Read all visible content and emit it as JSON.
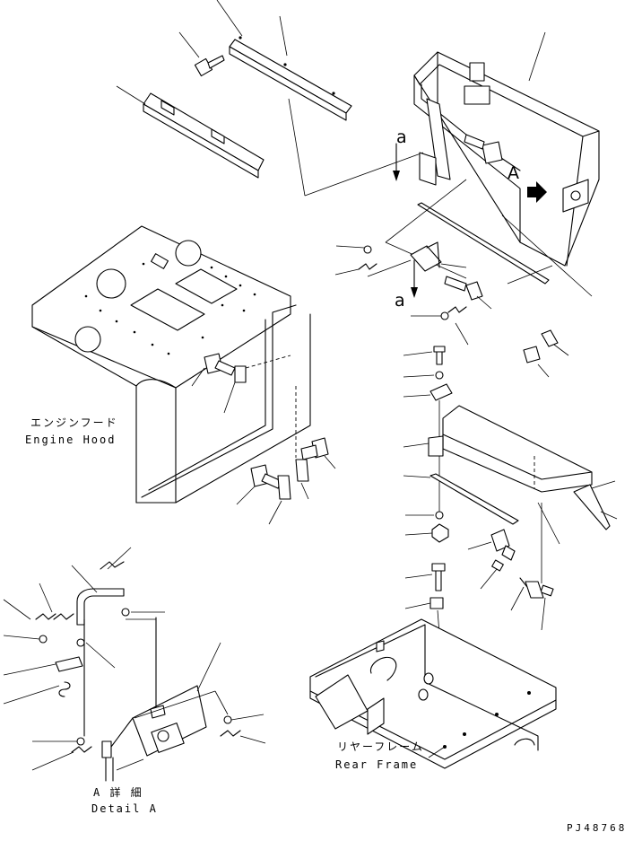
{
  "labels": {
    "engine_hood_jp": "エンジンフード",
    "engine_hood_en": "Engine Hood",
    "rear_frame_jp": "リヤーフレーム",
    "rear_frame_en": "Rear Frame",
    "detail_a_jp": "A 詳 細",
    "detail_a_en": "Detail A",
    "view_a": "A",
    "arrow_a_upper": "a",
    "arrow_a_lower": "a",
    "drawing_code": "PJ48768"
  }
}
